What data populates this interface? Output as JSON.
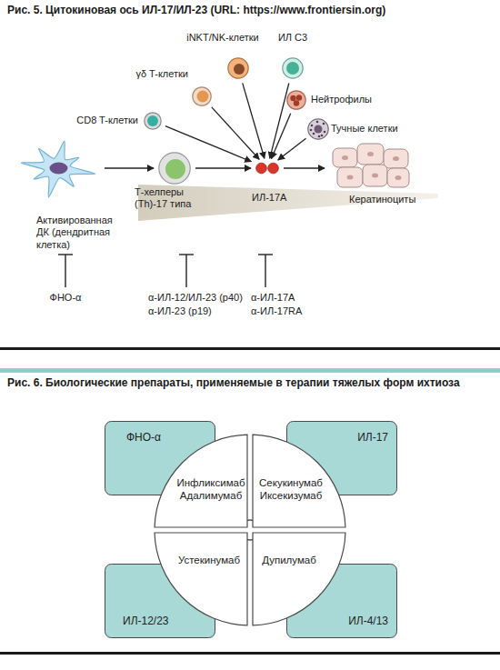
{
  "diagram": {
    "title": "Рис. 5. Цитокиновая ось ИЛ-17/ИЛ-23 (URL: https://www.frontiersin.org)",
    "caption": "Рис. 6. Биологические препараты, применяемые в терапии тяжелых форм ихтиоза",
    "nodes": [
      {
        "text": [
          "Активированная ДК (дендритная клетка)"
        ]
      },
      {
        "text": [
          "Т-хелперы (Th)-17 типа"
        ]
      },
      {
        "text": [
          "ИЛ-17A"
        ]
      },
      {
        "text": [
          "Кератиноциты"
        ]
      },
      {
        "text": [
          "CD8 T-клетки"
        ]
      },
      {
        "text": [
          "γδ T-клетки"
        ]
      },
      {
        "text": [
          "iNKT/NK-клетки"
        ]
      },
      {
        "text": [
          "ИЛ С3"
        ]
      },
      {
        "text": [
          "Нейтрофилы"
        ]
      },
      {
        "text": [
          "Тучные клетки"
        ]
      },
      {
        "text": [
          "ФНО-α"
        ]
      },
      {
        "text": [
          "ИЛ-17"
        ]
      },
      {
        "text": [
          "Инфликсимаб Адалимумаб"
        ]
      },
      {
        "text": [
          "Секукинумаб Иксекизумаб"
        ]
      },
      {
        "text": [
          "Устекинумаб"
        ]
      },
      {
        "text": [
          "Дупилумаб"
        ]
      },
      {
        "text": [
          "ИЛ-12/23"
        ]
      },
      {
        "text": [
          "ИЛ-4/13"
        ]
      }
    ],
    "edges": [
      {
        "from": 0,
        "to": 1,
        "arrow": "to"
      },
      {
        "from": 1,
        "to": 2,
        "arrow": "to"
      },
      {
        "from": 2,
        "to": 3,
        "arrow": "to"
      },
      {
        "from": 4,
        "to": 2,
        "arrow": "to"
      },
      {
        "from": 5,
        "to": 2,
        "arrow": "to"
      },
      {
        "from": 6,
        "to": 2,
        "arrow": "to"
      },
      {
        "from": 7,
        "to": 2,
        "arrow": "to"
      },
      {
        "from": 8,
        "to": 2,
        "arrow": "to"
      },
      {
        "from": 9,
        "to": 2,
        "arrow": "to"
      }
    ],
    "labels": [
      "ФНО-α",
      "α-ИЛ-12/ИЛ-23 (p40)",
      "α-ИЛ-23 (p19)",
      "α-ИЛ-17A",
      "α-ИЛ-17RA"
    ]
  }
}
